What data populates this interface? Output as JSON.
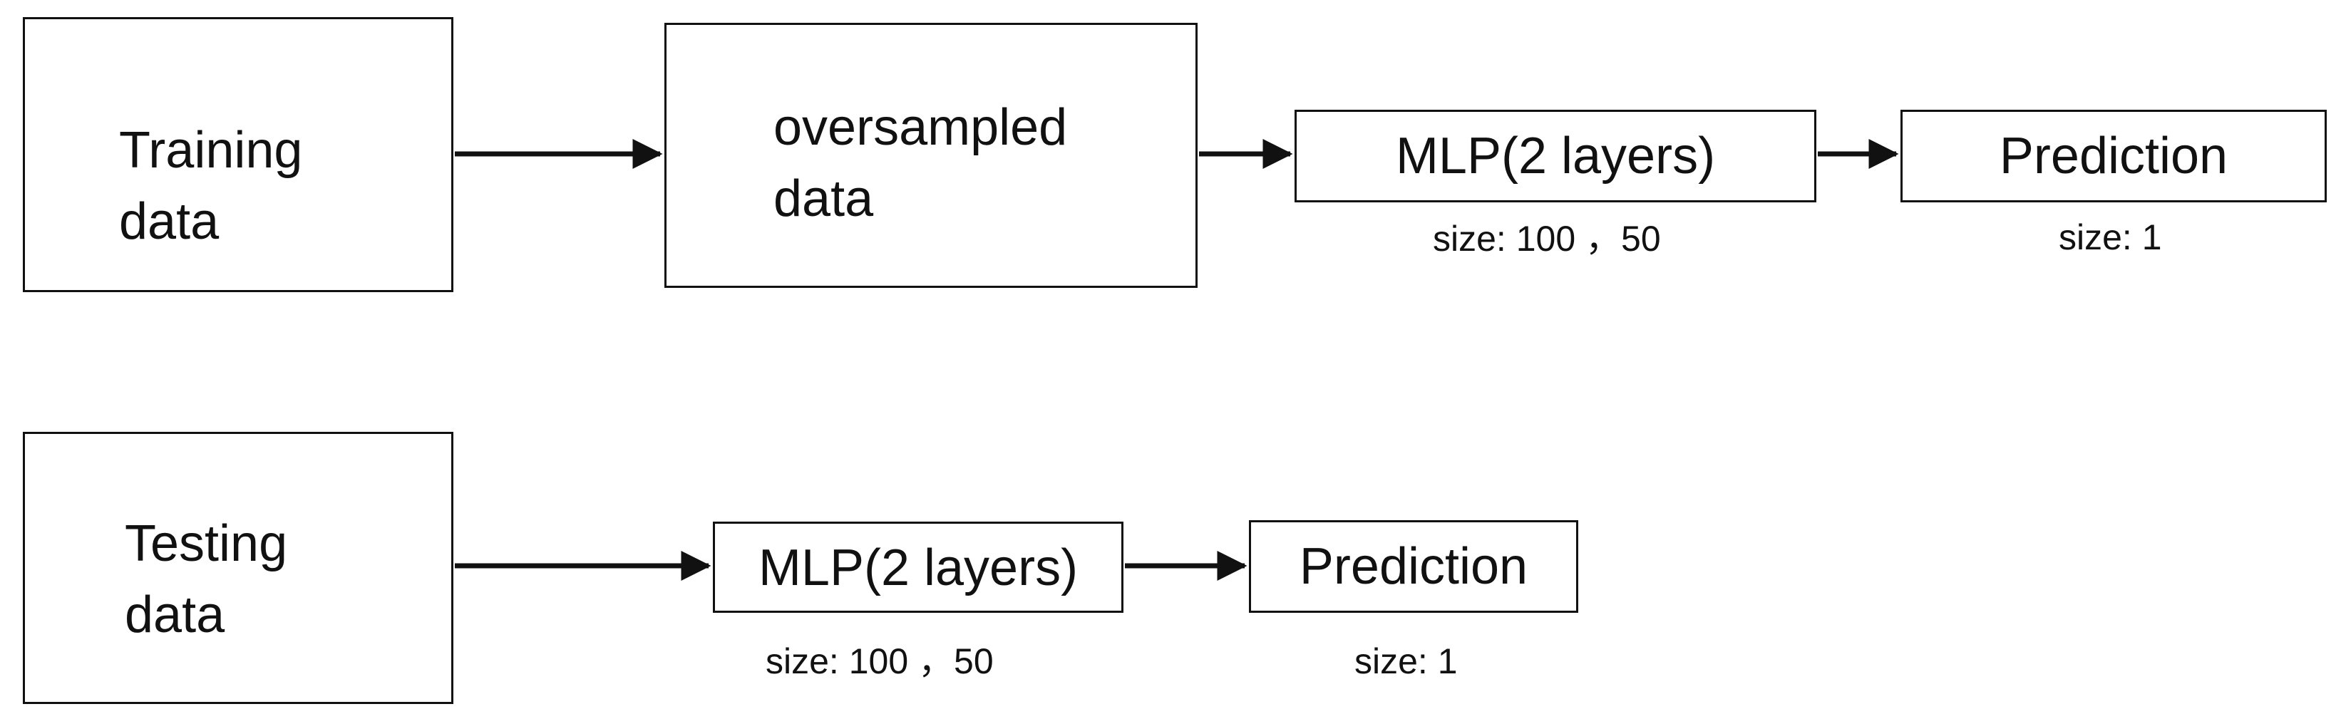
{
  "pipelines": [
    {
      "input": {
        "line1": "Training",
        "line2": "data"
      },
      "oversampled": {
        "line1": "oversampled",
        "line2": "data"
      },
      "mlp": {
        "label": "MLP(2 layers)",
        "caption": "size:  100 ，50"
      },
      "prediction": {
        "label": "Prediction",
        "caption": "size:  1"
      }
    },
    {
      "input": {
        "line1": "Testing",
        "line2": "data"
      },
      "mlp": {
        "label": "MLP(2 layers)",
        "caption": "size:  100 ，50"
      },
      "prediction": {
        "label": "Prediction",
        "caption": "size:  1"
      }
    }
  ],
  "colors": {
    "stroke": "#111111",
    "background": "#ffffff"
  }
}
